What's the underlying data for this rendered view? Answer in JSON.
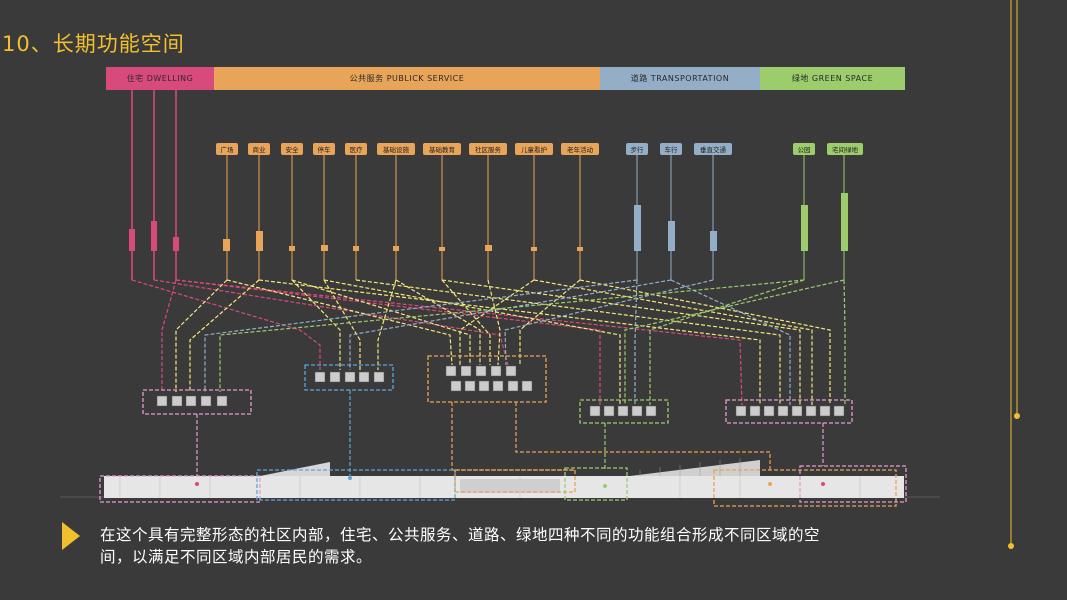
{
  "title": "10、长期功能空间",
  "categories": [
    {
      "label": "住宅    DWELLING",
      "color": "#d94a7c"
    },
    {
      "label": "公共服务    PUBLICK    SERVICE",
      "color": "#e8a458"
    },
    {
      "label": "道路    TRANSPORTATION",
      "color": "#94aec7"
    },
    {
      "label": "绿地    GREEN SPACE",
      "color": "#9ccc6c"
    }
  ],
  "service_tags": [
    "广场",
    "商业",
    "安全",
    "停车",
    "医疗",
    "基础设施",
    "基础教育",
    "社区服务",
    "儿童看护",
    "老年活动"
  ],
  "transport_tags": [
    "步行",
    "车行",
    "垂直交通"
  ],
  "green_tags": [
    "公园",
    "宅间绿地"
  ],
  "caption_line1": "在这个具有完整形态的社区内部，住宅、公共服务、道路、绿地四种不同的功能组合形成不同区域的空",
  "caption_line2": "间，以满足不同区域内部居民的需求。",
  "colors": {
    "accent": "#f2c02e",
    "dwelling": "#d94a7c",
    "service": "#e8a458",
    "transport": "#94aec7",
    "green": "#9ccc6c"
  }
}
